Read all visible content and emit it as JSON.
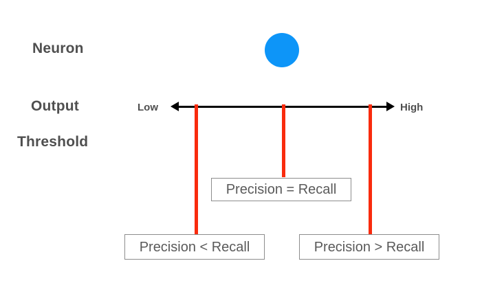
{
  "diagram": {
    "title_labels": {
      "neuron": "Neuron",
      "output": "Output",
      "threshold": "Threshold"
    },
    "axis": {
      "low_label": "Low",
      "high_label": "High",
      "line_color": "#000000",
      "direction": "bidirectional"
    },
    "neuron": {
      "shape": "circle",
      "color": "#0d95f8"
    },
    "thresholds": [
      {
        "position": "low",
        "tick_color": "#f92b0d",
        "callout": "Precision < Recall"
      },
      {
        "position": "mid",
        "tick_color": "#f92b0d",
        "callout": "Precision = Recall"
      },
      {
        "position": "high",
        "tick_color": "#f92b0d",
        "callout": "Precision > Recall"
      }
    ],
    "colors": {
      "label_text": "#4f4f4f",
      "callout_text": "#5a5a5a",
      "callout_border": "#8c8c8c",
      "background": "#ffffff"
    }
  }
}
